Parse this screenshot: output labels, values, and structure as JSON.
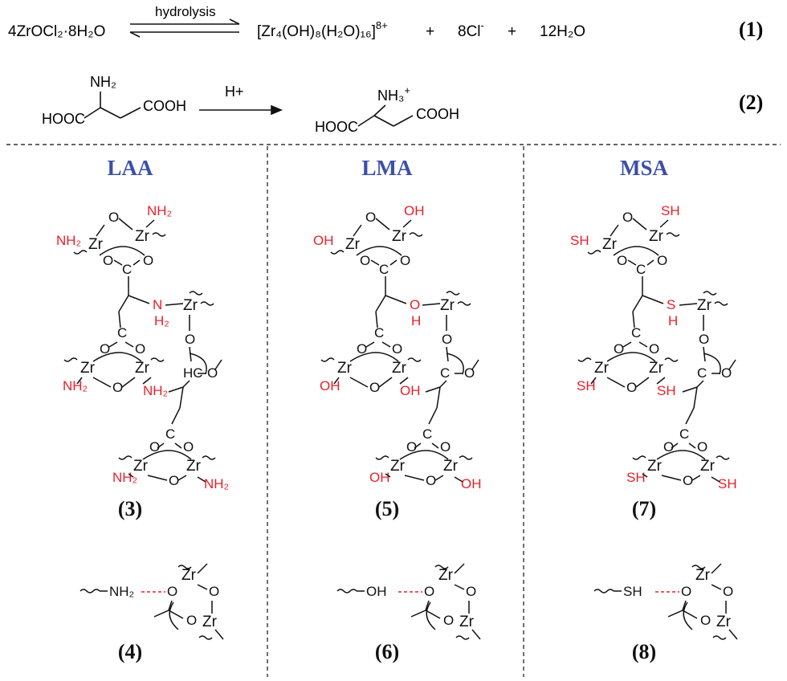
{
  "reaction1": {
    "reactant": "4ZrOCl₂·8H₂O",
    "condition": "hydrolysis",
    "product_core": "[Zr₄(OH)₈(H₂O)₁₆]",
    "product_charge": "8+",
    "plus1": "+",
    "chloride": "8Cl",
    "chloride_charge": "-",
    "plus2": "+",
    "water": "12H₂O",
    "number": "(1)"
  },
  "reaction2": {
    "reactant_top": "NH₂",
    "reactant_left": "HOOC",
    "reactant_right": "COOH",
    "condition": "H+",
    "product_top": "NH₃",
    "product_charge": "+",
    "product_left": "HOOC",
    "product_right": "COOH",
    "number": "(2)"
  },
  "colors": {
    "heteroatom": "#e8202a",
    "heading": "#3b4fa8",
    "bond": "#111111"
  },
  "columns": [
    {
      "title": "LAA",
      "group": "NH₂",
      "group_plain": "NH₂",
      "backbone_group_top": "N",
      "backbone_group_sub": "H₂",
      "metal": "Zr",
      "oxygen": "O",
      "carbon": "C",
      "ch_label": "HC",
      "complex_number": "(3)",
      "interaction_number": "(4)"
    },
    {
      "title": "LMA",
      "group": "OH",
      "group_plain": "OH",
      "backbone_group_top": "O",
      "backbone_group_sub": "H",
      "metal": "Zr",
      "oxygen": "O",
      "carbon": "C",
      "ch_label": "C",
      "complex_number": "(5)",
      "interaction_number": "(6)"
    },
    {
      "title": "MSA",
      "group": "SH",
      "group_plain": "SH",
      "backbone_group_top": "S",
      "backbone_group_sub": "H",
      "metal": "Zr",
      "oxygen": "O",
      "carbon": "C",
      "ch_label": "C",
      "complex_number": "(7)",
      "interaction_number": "(8)"
    }
  ]
}
